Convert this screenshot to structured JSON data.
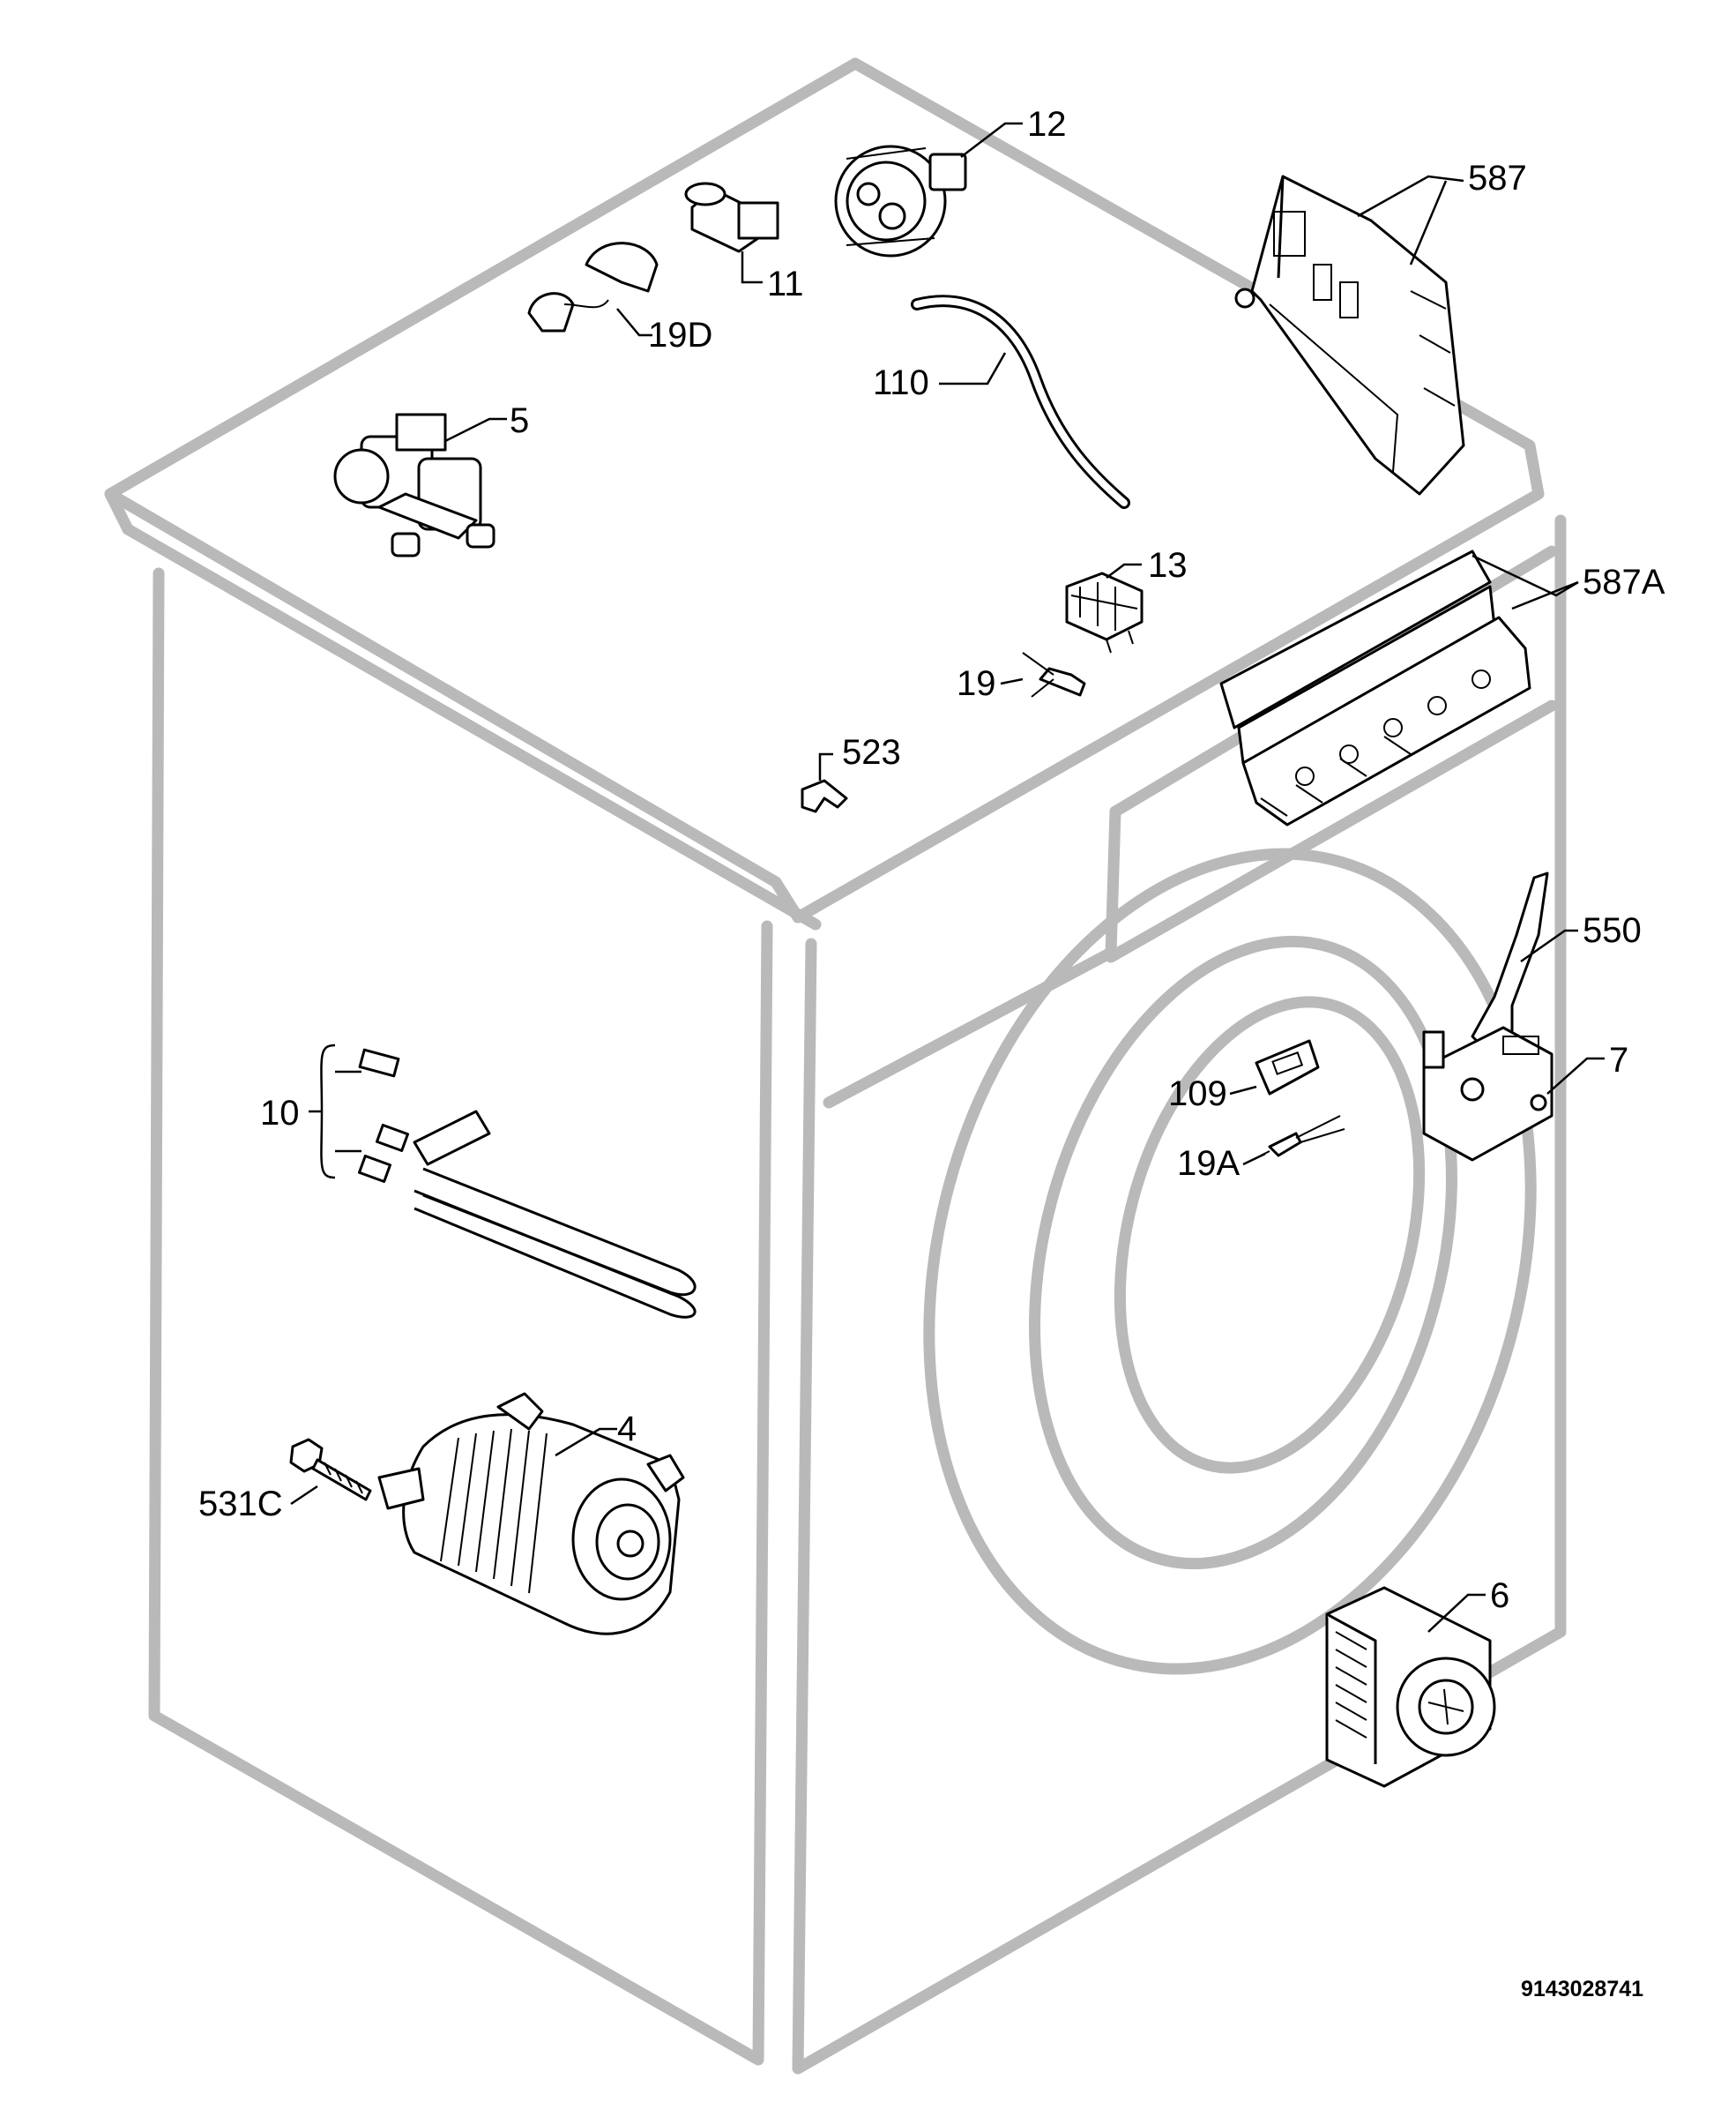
{
  "labels": {
    "part_12": "12",
    "part_587": "587",
    "part_11": "11",
    "part_19D": "19D",
    "part_110": "110",
    "part_5": "5",
    "part_13": "13",
    "part_587A": "587A",
    "part_19": "19",
    "part_523": "523",
    "part_550": "550",
    "part_7": "7",
    "part_10": "10",
    "part_109": "109",
    "part_19A": "19A",
    "part_4": "4",
    "part_531C": "531C",
    "part_6": "6"
  },
  "document_number": "9143028741",
  "icons": [
    "washing-machine-cabinet",
    "pressure-switch-icon",
    "capacitor-icon",
    "sensor-bracket-icon",
    "hose-icon",
    "inlet-valve-icon",
    "main-control-board-icon",
    "mains-switch-icon",
    "display-board-icon",
    "thermistor-icon",
    "clip-icon",
    "door-handle-icon",
    "door-interlock-icon",
    "heating-element-icon",
    "motor-icon",
    "bolt-icon",
    "drain-pump-icon"
  ],
  "colors": {
    "cabinet_outline": "#b9b9b9",
    "line_art": "#000000",
    "background": "#ffffff"
  }
}
